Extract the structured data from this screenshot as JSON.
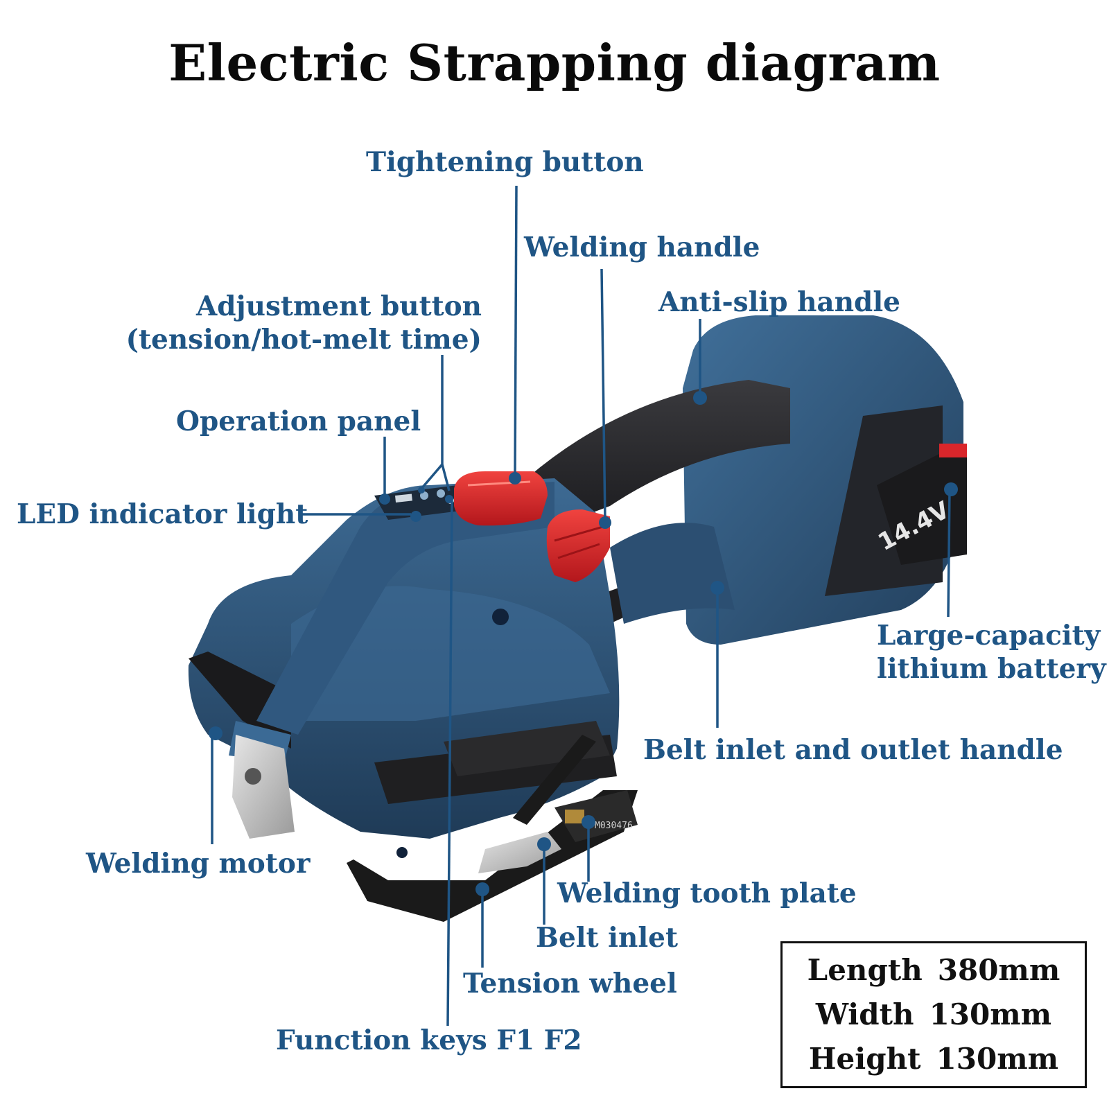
{
  "title": "Electric Strapping diagram",
  "callouts": {
    "tightening_button": "Tightening button",
    "welding_handle": "Welding handle",
    "anti_slip_handle": "Anti-slip handle",
    "adjustment_button_line1": "Adjustment button",
    "adjustment_button_line2": "(tension/hot-melt time)",
    "operation_panel": "Operation panel",
    "led_indicator_light": "LED indicator light",
    "battery_line1": "Large-capacity",
    "battery_line2": "lithium battery",
    "belt_inlet_outlet_handle": "Belt inlet and outlet handle",
    "welding_motor": "Welding motor",
    "welding_tooth_plate": "Welding tooth plate",
    "belt_inlet": "Belt inlet",
    "tension_wheel": "Tension wheel",
    "function_keys": "Function keys F1 F2"
  },
  "specs": [
    {
      "label": "Length",
      "value": "380mm"
    },
    {
      "label": "Width",
      "value": "130mm"
    },
    {
      "label": "Height",
      "value": "130mm"
    }
  ],
  "device_labels": {
    "battery_voltage": "14.4V",
    "plate_code": "M030476"
  },
  "colors": {
    "label_blue": "#1f5585",
    "body_blue": "#2b4d6e",
    "accent_red": "#d9262b",
    "grip_black": "#2b2b2e"
  }
}
